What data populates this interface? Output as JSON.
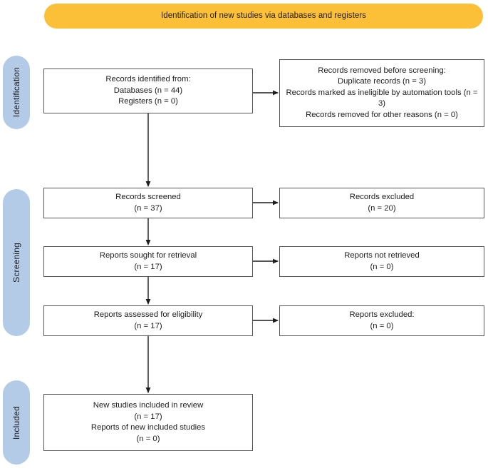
{
  "banner": {
    "title": "Identification of new studies via databases and registers",
    "color": "#FCC038"
  },
  "stages": {
    "color": "#B4CBE8",
    "identification": "Identification",
    "screening": "Screening",
    "included": "Included"
  },
  "boxes": {
    "identified": {
      "lines": [
        "Records identified from:",
        "Databases (n = 44)",
        "Registers (n = 0)"
      ]
    },
    "removed": {
      "lines": [
        "Records removed before screening:",
        "Duplicate records (n = 3)",
        "Records marked as ineligible by automation tools (n = 3)",
        "Records removed for other reasons (n = 0)"
      ]
    },
    "screened": {
      "lines": [
        "Records screened",
        "(n = 37)"
      ]
    },
    "records_excluded": {
      "lines": [
        "Records excluded",
        "(n = 20)"
      ]
    },
    "sought": {
      "lines": [
        "Reports sought for retrieval",
        "(n = 17)"
      ]
    },
    "not_retrieved": {
      "lines": [
        "Reports not retrieved",
        "(n = 0)"
      ]
    },
    "assessed": {
      "lines": [
        "Reports assessed for eligibility",
        "(n = 17)"
      ]
    },
    "reports_excluded": {
      "lines": [
        "Reports excluded:",
        "(n = 0)"
      ]
    },
    "included": {
      "lines": [
        "New studies included in review",
        "(n = 17)",
        "Reports of new included studies",
        "(n = 0)"
      ]
    }
  },
  "chart_data": {
    "type": "diagram",
    "title": "Identification of new studies via databases and registers",
    "stages": [
      "Identification",
      "Screening",
      "Included"
    ],
    "nodes": [
      {
        "id": "identified",
        "stage": "Identification",
        "label": "Records identified from: Databases (n = 44); Registers (n = 0)",
        "counts": {
          "databases": 44,
          "registers": 0
        }
      },
      {
        "id": "removed",
        "stage": "Identification",
        "label": "Records removed before screening",
        "counts": {
          "duplicate_records": 3,
          "ineligible_by_automation_tools": 3,
          "other_reasons": 0
        }
      },
      {
        "id": "screened",
        "stage": "Screening",
        "label": "Records screened",
        "counts": {
          "n": 37
        }
      },
      {
        "id": "records_excluded",
        "stage": "Screening",
        "label": "Records excluded",
        "counts": {
          "n": 20
        }
      },
      {
        "id": "sought",
        "stage": "Screening",
        "label": "Reports sought for retrieval",
        "counts": {
          "n": 17
        }
      },
      {
        "id": "not_retrieved",
        "stage": "Screening",
        "label": "Reports not retrieved",
        "counts": {
          "n": 0
        }
      },
      {
        "id": "assessed",
        "stage": "Screening",
        "label": "Reports assessed for eligibility",
        "counts": {
          "n": 17
        }
      },
      {
        "id": "reports_excluded",
        "stage": "Screening",
        "label": "Reports excluded:",
        "counts": {
          "n": 0
        }
      },
      {
        "id": "included",
        "stage": "Included",
        "label": "New studies included in review; Reports of new included studies",
        "counts": {
          "new_studies": 17,
          "reports_of_new_included_studies": 0
        }
      }
    ],
    "edges": [
      {
        "from": "identified",
        "to": "removed",
        "direction": "right"
      },
      {
        "from": "identified",
        "to": "screened",
        "direction": "down"
      },
      {
        "from": "screened",
        "to": "records_excluded",
        "direction": "right"
      },
      {
        "from": "screened",
        "to": "sought",
        "direction": "down"
      },
      {
        "from": "sought",
        "to": "not_retrieved",
        "direction": "right"
      },
      {
        "from": "sought",
        "to": "assessed",
        "direction": "down"
      },
      {
        "from": "assessed",
        "to": "reports_excluded",
        "direction": "right"
      },
      {
        "from": "assessed",
        "to": "included",
        "direction": "down"
      }
    ]
  }
}
